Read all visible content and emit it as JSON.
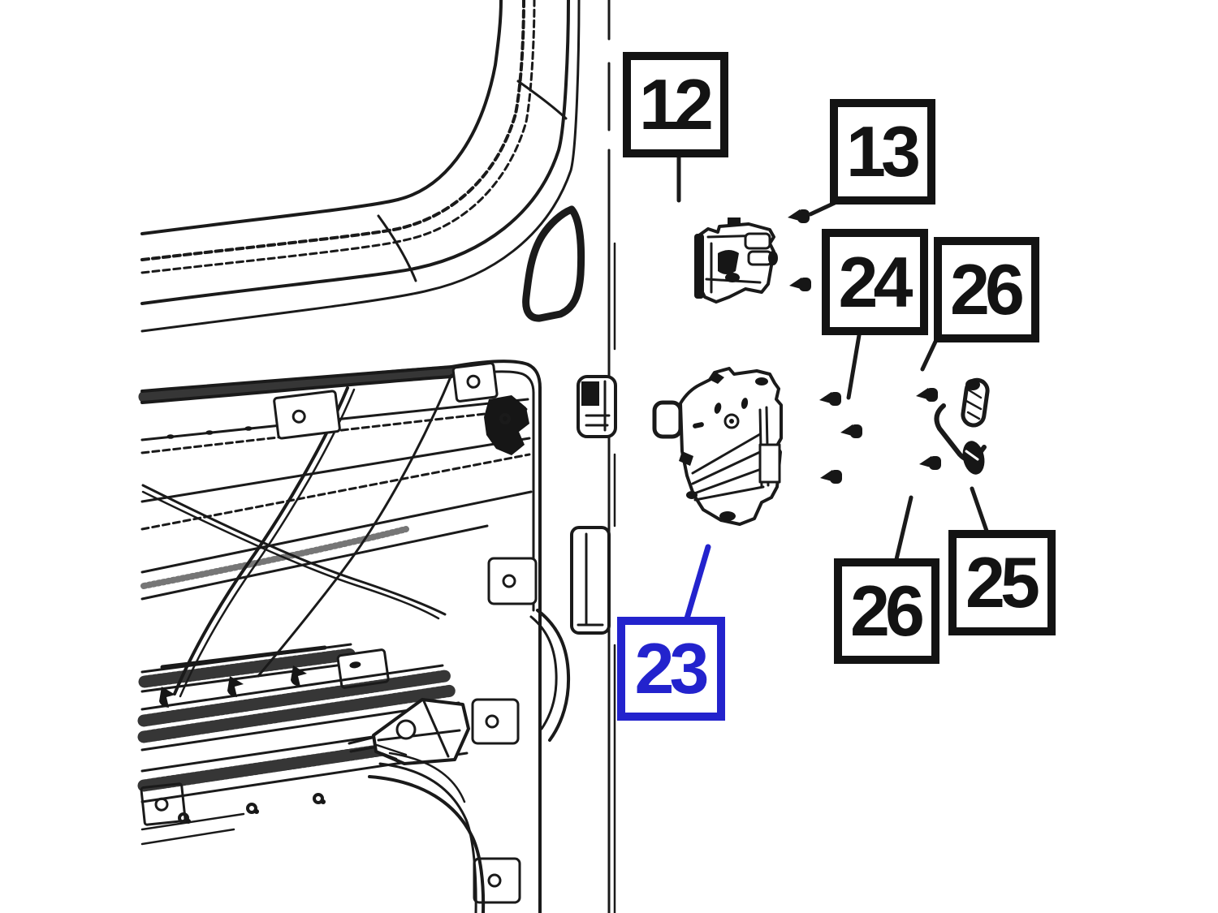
{
  "figure": {
    "type": "exploded-parts-diagram",
    "background_color": "#ffffff",
    "line_color": "#1a1a1a",
    "highlight_color": "#2323cd"
  },
  "callouts": [
    {
      "label": "12",
      "highlighted": false
    },
    {
      "label": "13",
      "highlighted": false
    },
    {
      "label": "24",
      "highlighted": false
    },
    {
      "label": "26",
      "highlighted": false
    },
    {
      "label": "26",
      "highlighted": false
    },
    {
      "label": "25",
      "highlighted": false
    },
    {
      "label": "23",
      "highlighted": true
    }
  ]
}
